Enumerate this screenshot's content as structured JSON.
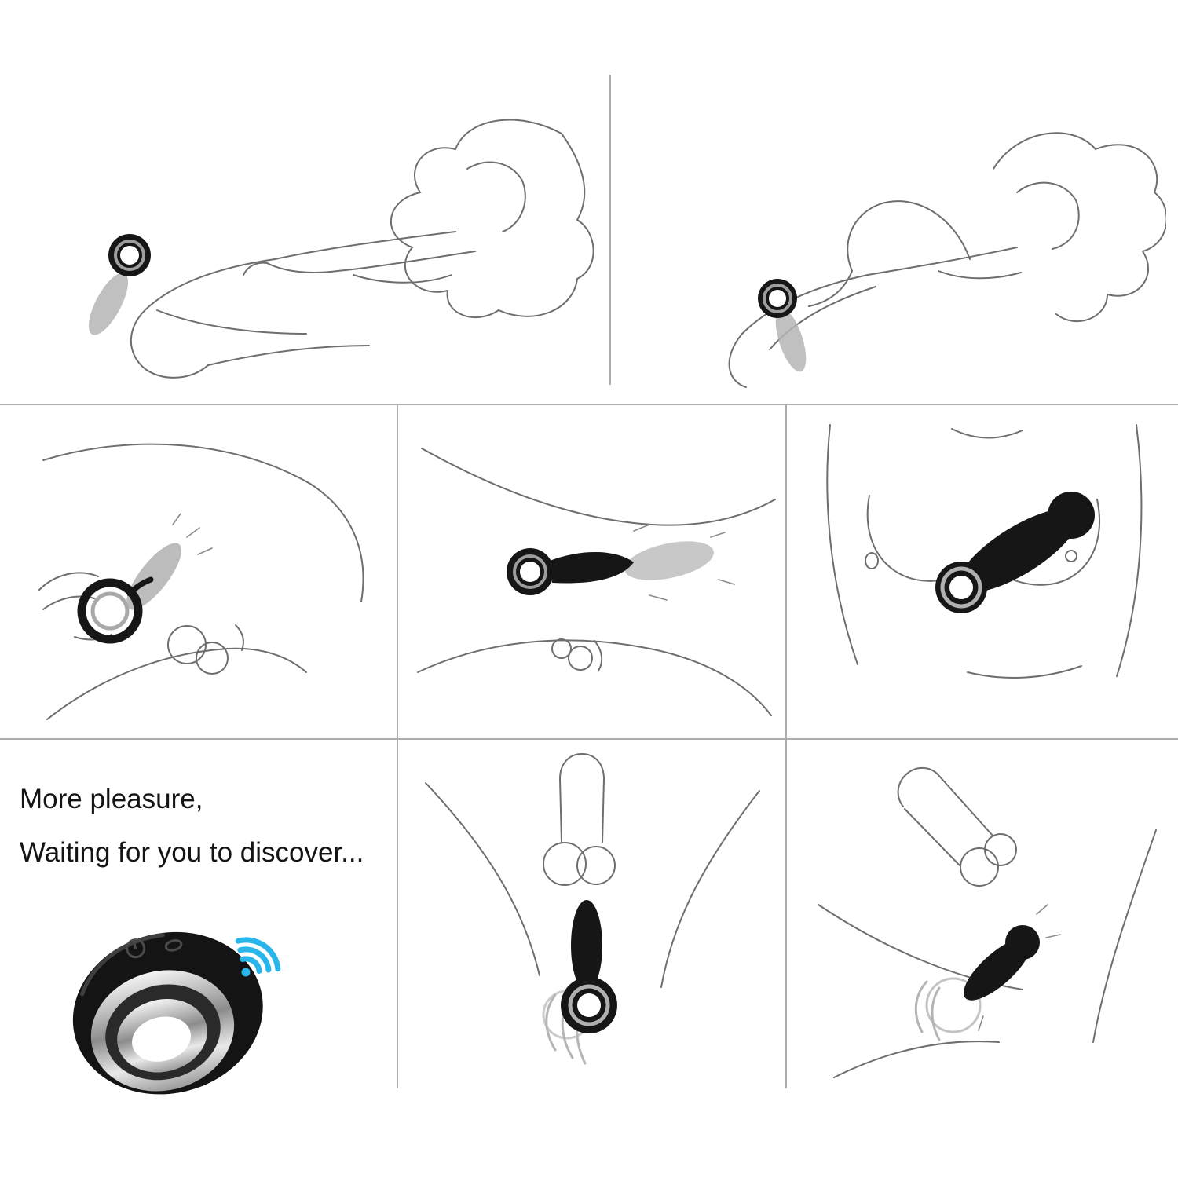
{
  "tagline": {
    "line1": "More pleasure,",
    "line2": "Waiting for you to discover..."
  },
  "colors": {
    "background": "#ffffff",
    "line_art": "#6e6e6e",
    "divider": "#adadad",
    "device_black": "#161616",
    "device_ghost": "#b5b5b5",
    "device_chrome": "#b0b0b0",
    "signal_blue": "#29b6ea"
  },
  "icons": {
    "signal": "wireless-vibration-waves-icon"
  },
  "panels": [
    {
      "name": "usage-top-left",
      "content": "reclining-figure-line-art-with-ring-device"
    },
    {
      "name": "usage-top-right",
      "content": "reclining-figure-line-art-with-ring-device"
    },
    {
      "name": "usage-mid-left",
      "content": "close-up-hand-holding-ring-device"
    },
    {
      "name": "usage-mid-center",
      "content": "device-between-bodies-line-art"
    },
    {
      "name": "usage-mid-right",
      "content": "torso-with-device-line-art"
    },
    {
      "name": "usage-bottom-center",
      "content": "device-held-below-line-art"
    },
    {
      "name": "usage-bottom-right",
      "content": "device-in-use-line-art"
    },
    {
      "name": "product-photo",
      "content": "black-ring-vibrator-with-chrome-inner-ring"
    }
  ]
}
